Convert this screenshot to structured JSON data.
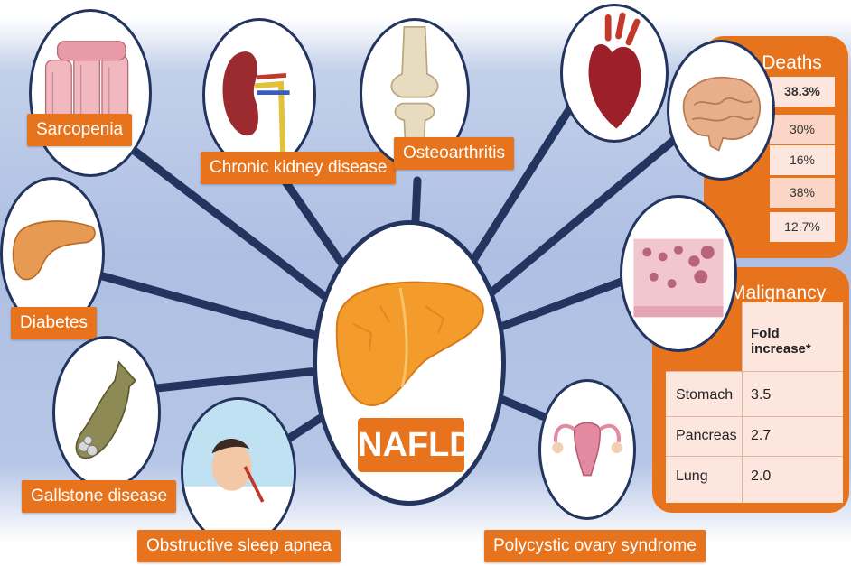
{
  "center_label": "NAFLD",
  "conditions": {
    "sarcopenia": "Sarcopenia",
    "ckd": "Chronic kidney disease",
    "osteoarthritis": "Osteoarthritis",
    "diabetes": "Diabetes",
    "gallstone": "Gallstone disease",
    "osa": "Obstructive sleep apnea",
    "pcos": "Polycystic ovary syndrome"
  },
  "cv_deaths": {
    "title": "CV Deaths",
    "values": [
      "38.3%",
      "30%",
      "16%",
      "38%",
      "12.7%"
    ]
  },
  "malignancy": {
    "title": "Malignancy",
    "header": "Fold increase*",
    "rows": [
      {
        "site": "Stomach",
        "value": "3.5"
      },
      {
        "site": "Pancreas",
        "value": "2.7"
      },
      {
        "site": "Lung",
        "value": "2.0"
      }
    ]
  },
  "icons": [
    "muscle-icon",
    "kidney-icon",
    "knee-joint-icon",
    "pancreas-icon",
    "gallbladder-icon",
    "sleeping-person-icon",
    "heart-icon",
    "brain-icon",
    "tissue-cells-icon",
    "uterus-icon",
    "liver-icon"
  ],
  "colors": {
    "accent": "#e8731d",
    "navy": "#23345f",
    "background": "#aebfe3"
  }
}
